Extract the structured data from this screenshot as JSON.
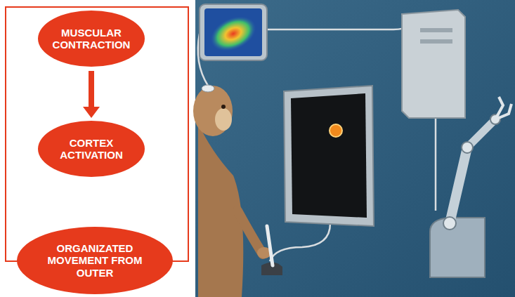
{
  "diagram": {
    "nodes": [
      {
        "text": [
          "MUSCULAR CONTRACTION"
        ]
      },
      {
        "text": [
          "CORTEX ACTIVATION"
        ]
      },
      {
        "text": [
          "ORGANIZATED MOVEMENT FROM OUTER"
        ]
      }
    ],
    "edges": [
      {
        "from": 0,
        "to": 1,
        "arrow": "to"
      }
    ]
  }
}
